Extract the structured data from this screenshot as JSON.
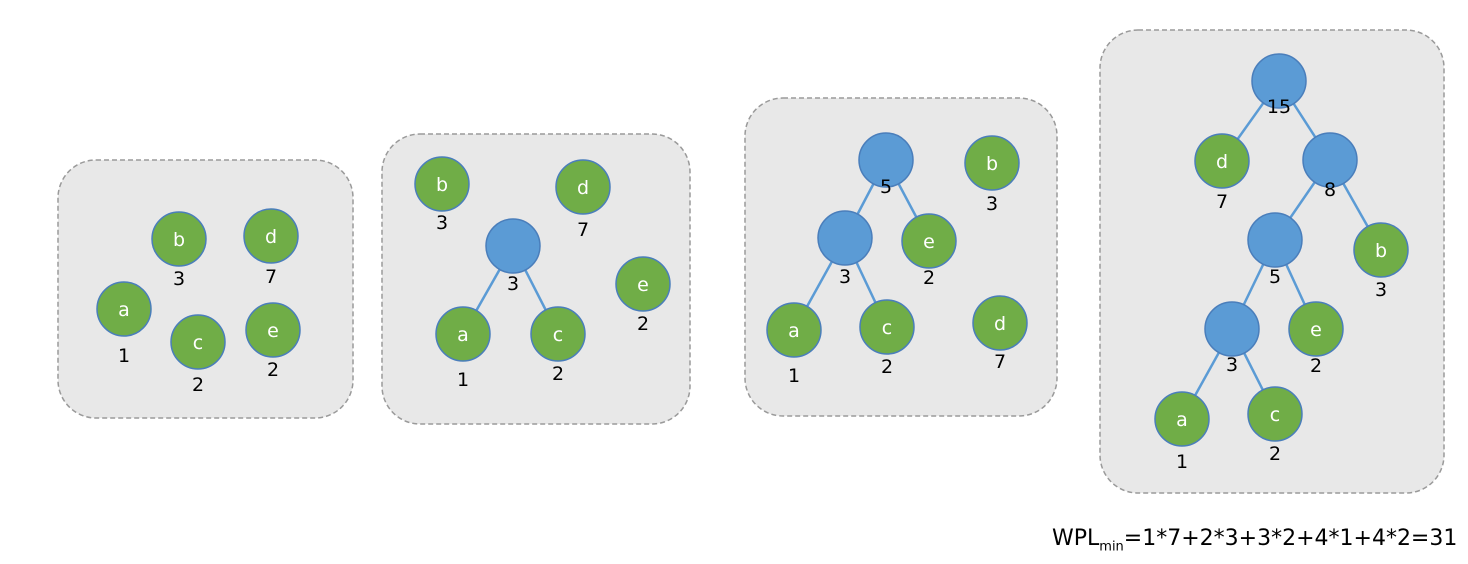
{
  "panels": [
    {
      "nodes": [
        {
          "id": "b",
          "letter": "b",
          "weight": "3",
          "kind": "leaf"
        },
        {
          "id": "d",
          "letter": "d",
          "weight": "7",
          "kind": "leaf"
        },
        {
          "id": "a",
          "letter": "a",
          "weight": "1",
          "kind": "leaf"
        },
        {
          "id": "c",
          "letter": "c",
          "weight": "2",
          "kind": "leaf"
        },
        {
          "id": "e",
          "letter": "e",
          "weight": "2",
          "kind": "leaf"
        }
      ],
      "edges": []
    },
    {
      "nodes": [
        {
          "id": "b",
          "letter": "b",
          "weight": "3",
          "kind": "leaf"
        },
        {
          "id": "d",
          "letter": "d",
          "weight": "7",
          "kind": "leaf"
        },
        {
          "id": "n3",
          "letter": "",
          "weight": "3",
          "kind": "internal"
        },
        {
          "id": "e",
          "letter": "e",
          "weight": "2",
          "kind": "leaf"
        },
        {
          "id": "a",
          "letter": "a",
          "weight": "1",
          "kind": "leaf"
        },
        {
          "id": "c",
          "letter": "c",
          "weight": "2",
          "kind": "leaf"
        }
      ],
      "edges": [
        [
          "n3",
          "a"
        ],
        [
          "n3",
          "c"
        ]
      ]
    },
    {
      "nodes": [
        {
          "id": "n5",
          "letter": "",
          "weight": "5",
          "kind": "internal"
        },
        {
          "id": "b",
          "letter": "b",
          "weight": "3",
          "kind": "leaf"
        },
        {
          "id": "n3",
          "letter": "",
          "weight": "3",
          "kind": "internal"
        },
        {
          "id": "e",
          "letter": "e",
          "weight": "2",
          "kind": "leaf"
        },
        {
          "id": "a",
          "letter": "a",
          "weight": "1",
          "kind": "leaf"
        },
        {
          "id": "c",
          "letter": "c",
          "weight": "2",
          "kind": "leaf"
        },
        {
          "id": "d",
          "letter": "d",
          "weight": "7",
          "kind": "leaf"
        }
      ],
      "edges": [
        [
          "n5",
          "n3"
        ],
        [
          "n5",
          "e"
        ],
        [
          "n3",
          "a"
        ],
        [
          "n3",
          "c"
        ]
      ]
    },
    {
      "nodes": [
        {
          "id": "n15",
          "letter": "",
          "weight": "15",
          "kind": "internal"
        },
        {
          "id": "d",
          "letter": "d",
          "weight": "7",
          "kind": "leaf"
        },
        {
          "id": "n8",
          "letter": "",
          "weight": "8",
          "kind": "internal"
        },
        {
          "id": "n5",
          "letter": "",
          "weight": "5",
          "kind": "internal"
        },
        {
          "id": "b",
          "letter": "b",
          "weight": "3",
          "kind": "leaf"
        },
        {
          "id": "n3",
          "letter": "",
          "weight": "3",
          "kind": "internal"
        },
        {
          "id": "e",
          "letter": "e",
          "weight": "2",
          "kind": "leaf"
        },
        {
          "id": "a",
          "letter": "a",
          "weight": "1",
          "kind": "leaf"
        },
        {
          "id": "c",
          "letter": "c",
          "weight": "2",
          "kind": "leaf"
        }
      ],
      "edges": [
        [
          "n15",
          "d"
        ],
        [
          "n15",
          "n8"
        ],
        [
          "n8",
          "n5"
        ],
        [
          "n8",
          "b"
        ],
        [
          "n5",
          "n3"
        ],
        [
          "n5",
          "e"
        ],
        [
          "n3",
          "a"
        ],
        [
          "n3",
          "c"
        ]
      ]
    }
  ],
  "formula": {
    "prefix": "WPL",
    "subscript": "min",
    "expression": "=1*7+2*3+3*2+4*1+4*2=31"
  },
  "colors": {
    "leaf": "#70ad47",
    "internal": "#5b9bd5",
    "edge": "#5b9bd5",
    "panel": "#e8e8e8"
  }
}
